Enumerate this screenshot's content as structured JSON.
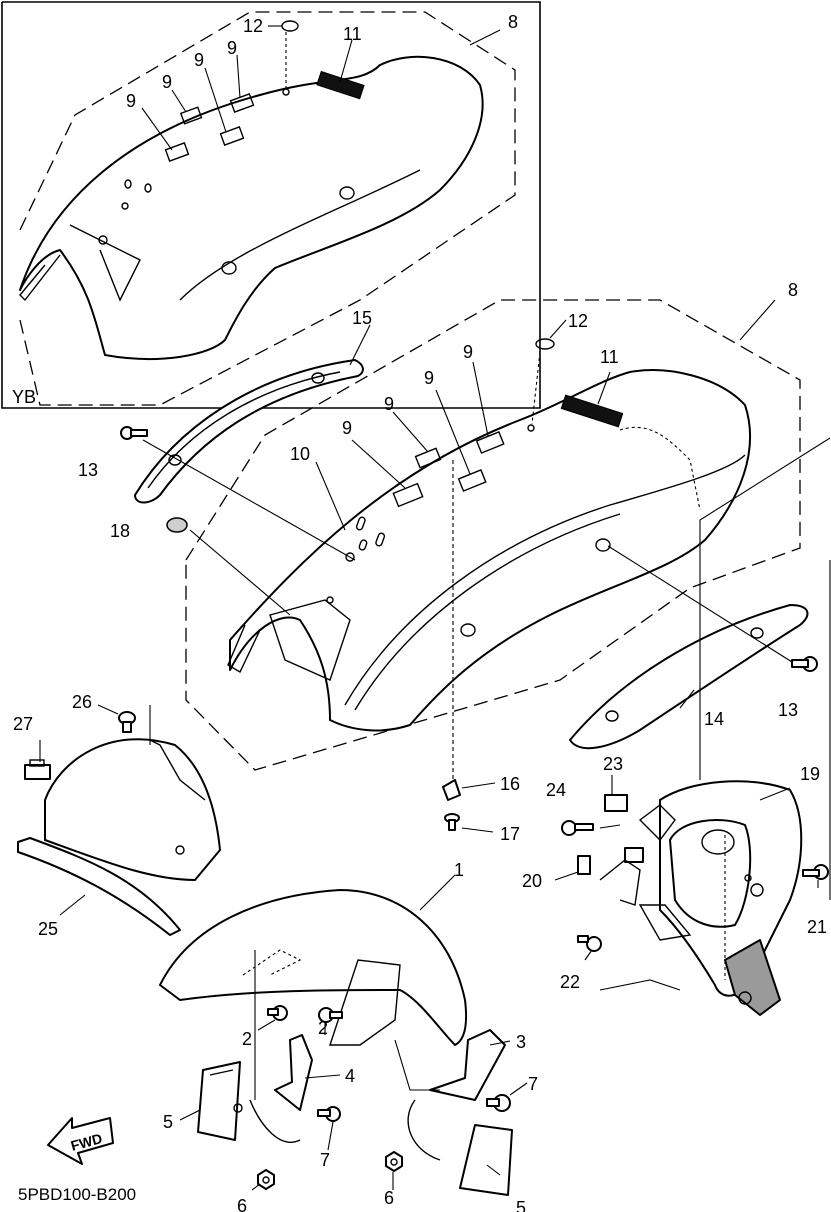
{
  "inset": {
    "variant_label": "YB"
  },
  "callouts": [
    {
      "id": "c12a",
      "text": "12"
    },
    {
      "id": "c11a",
      "text": "11"
    },
    {
      "id": "c8a",
      "text": "8"
    },
    {
      "id": "c9a1",
      "text": "9"
    },
    {
      "id": "c9a2",
      "text": "9"
    },
    {
      "id": "c9a3",
      "text": "9"
    },
    {
      "id": "c9a4",
      "text": "9"
    },
    {
      "id": "c15",
      "text": "15"
    },
    {
      "id": "c12b",
      "text": "12"
    },
    {
      "id": "c8b",
      "text": "8"
    },
    {
      "id": "c11b",
      "text": "11"
    },
    {
      "id": "c9b1",
      "text": "9"
    },
    {
      "id": "c9b2",
      "text": "9"
    },
    {
      "id": "c9b3",
      "text": "9"
    },
    {
      "id": "c9b4",
      "text": "9"
    },
    {
      "id": "c10",
      "text": "10"
    },
    {
      "id": "c13a",
      "text": "13"
    },
    {
      "id": "c18",
      "text": "18"
    },
    {
      "id": "c13b",
      "text": "13"
    },
    {
      "id": "c14",
      "text": "14"
    },
    {
      "id": "c26",
      "text": "26"
    },
    {
      "id": "c27",
      "text": "27"
    },
    {
      "id": "c25",
      "text": "25"
    },
    {
      "id": "c16",
      "text": "16"
    },
    {
      "id": "c17",
      "text": "17"
    },
    {
      "id": "c24",
      "text": "24"
    },
    {
      "id": "c23",
      "text": "23"
    },
    {
      "id": "c19",
      "text": "19"
    },
    {
      "id": "c20",
      "text": "20"
    },
    {
      "id": "c21",
      "text": "21"
    },
    {
      "id": "c22",
      "text": "22"
    },
    {
      "id": "c1",
      "text": "1"
    },
    {
      "id": "c2a",
      "text": "2"
    },
    {
      "id": "c2b",
      "text": "2"
    },
    {
      "id": "c3",
      "text": "3"
    },
    {
      "id": "c4",
      "text": "4"
    },
    {
      "id": "c5a",
      "text": "5"
    },
    {
      "id": "c5b",
      "text": "5"
    },
    {
      "id": "c7a",
      "text": "7"
    },
    {
      "id": "c7b",
      "text": "7"
    },
    {
      "id": "c6a",
      "text": "6"
    },
    {
      "id": "c6b",
      "text": "6"
    }
  ],
  "direction_arrow": {
    "label": "FWD"
  },
  "drawing_code": "5PBD100-B200"
}
